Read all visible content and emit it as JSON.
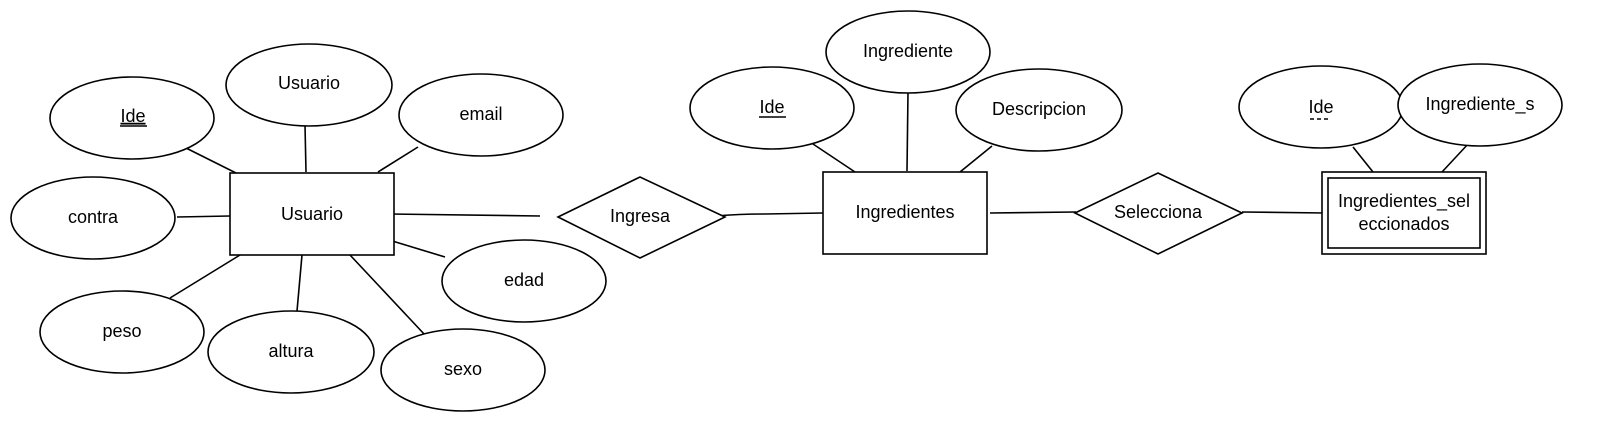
{
  "entities": {
    "usuario": "Usuario",
    "ingredientes": "Ingredientes",
    "ingredientes_seleccionados_line1": "Ingredientes_sel",
    "ingredientes_seleccionados_line2": "eccionados"
  },
  "relationships": {
    "ingresa": "Ingresa",
    "selecciona": "Selecciona"
  },
  "attributes": {
    "usuario": {
      "ide": "Ide",
      "usuario": "Usuario",
      "email": "email",
      "contra": "contra",
      "edad": "edad",
      "peso": "peso",
      "altura": "altura",
      "sexo": "sexo"
    },
    "ingredientes": {
      "ide": "Ide",
      "ingrediente": "Ingrediente",
      "descripcion": "Descripcion"
    },
    "ingredientes_seleccionados": {
      "ide": "Ide",
      "ingrediente_s": "Ingrediente_s"
    }
  }
}
